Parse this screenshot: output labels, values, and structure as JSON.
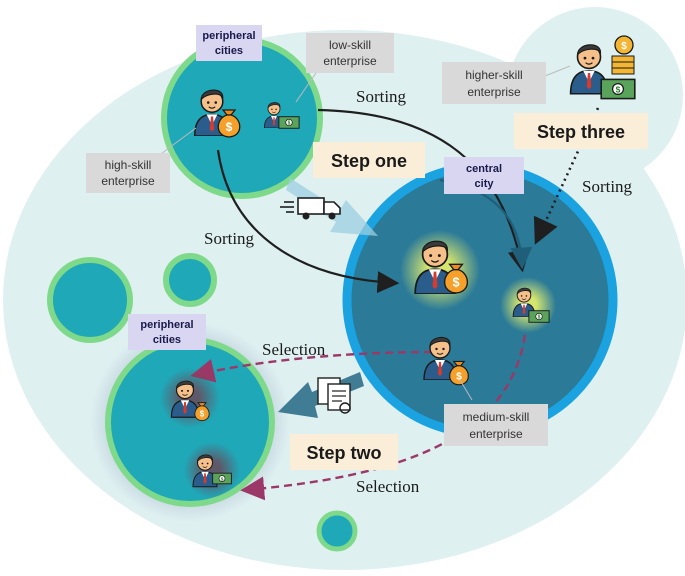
{
  "labels": {
    "peripheral_cities_top": [
      "peripheral",
      "cities"
    ],
    "peripheral_cities_bottom": [
      "peripheral",
      "cities"
    ],
    "central_city": [
      "central",
      "city"
    ],
    "low_skill": [
      "low-skill",
      "enterprise"
    ],
    "high_skill": [
      "high-skill",
      "enterprise"
    ],
    "higher_skill": [
      "higher-skill",
      "enterprise"
    ],
    "medium_skill": [
      "medium-skill",
      "enterprise"
    ]
  },
  "steps": {
    "one": "Step one",
    "two": "Step two",
    "three": "Step three"
  },
  "arrows": {
    "sorting_top": "Sorting",
    "sorting_left": "Sorting",
    "sorting_right": "Sorting",
    "selection_top": "Selection",
    "selection_bottom": "Selection"
  },
  "icons": {
    "enterprise": "businessman-icon",
    "money": "money-bag-icon",
    "cash": "cash-icon",
    "coins": "coin-stack-icon",
    "truck": "delivery-truck-icon",
    "documents": "document-transfer-icon"
  },
  "colors": {
    "background_blob": "#dff0f1",
    "peripheral_fill": "#1fa8b8",
    "peripheral_ring": "#7fd98a",
    "central_fill": "#2b7a98",
    "central_ring": "#1aa3e0",
    "label_purple": "#d9d6f2",
    "label_gray": "#d9d9d9",
    "step_bg": "#fbeed9",
    "sorting_arrow": "#1f1f1f",
    "selection_arrow": "#9c3868",
    "right_arrow": "#1f5f7a"
  }
}
